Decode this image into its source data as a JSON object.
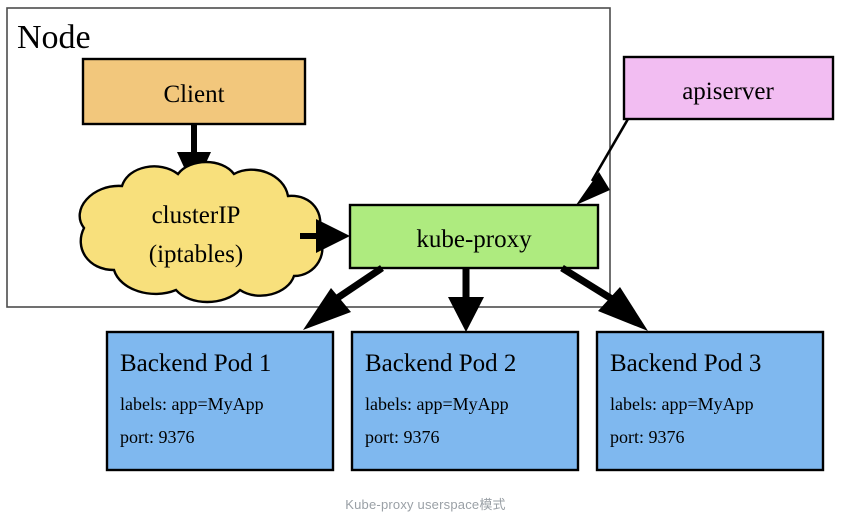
{
  "diagram": {
    "caption": "Kube-proxy userspace模式",
    "node_boundary": {
      "label": "Node"
    },
    "colors": {
      "client_fill": "#f2c77c",
      "cloud_fill": "#f8e07c",
      "kube_proxy_fill": "#aeeb7f",
      "apiserver_fill": "#f2bdf2",
      "pod_fill": "#7fb8ef",
      "stroke": "#000000",
      "frame": "#4d4d4d",
      "caption_color": "#9aa0a6"
    },
    "nodes": {
      "client": {
        "label": "Client"
      },
      "cluster_ip": {
        "line1": "clusterIP",
        "line2": "(iptables)"
      },
      "kube_proxy": {
        "label": "kube-proxy"
      },
      "apiserver": {
        "label": "apiserver"
      }
    },
    "pods": [
      {
        "title": "Backend Pod 1",
        "labels": "labels: app=MyApp",
        "port": "port: 9376"
      },
      {
        "title": "Backend Pod 2",
        "labels": "labels: app=MyApp",
        "port": "port: 9376"
      },
      {
        "title": "Backend Pod 3",
        "labels": "labels: app=MyApp",
        "port": "port: 9376"
      }
    ],
    "edges": [
      {
        "from": "client",
        "to": "cluster_ip"
      },
      {
        "from": "cluster_ip",
        "to": "kube_proxy"
      },
      {
        "from": "apiserver",
        "to": "kube_proxy"
      },
      {
        "from": "kube_proxy",
        "to": "pod_1"
      },
      {
        "from": "kube_proxy",
        "to": "pod_2"
      },
      {
        "from": "kube_proxy",
        "to": "pod_3"
      }
    ]
  }
}
